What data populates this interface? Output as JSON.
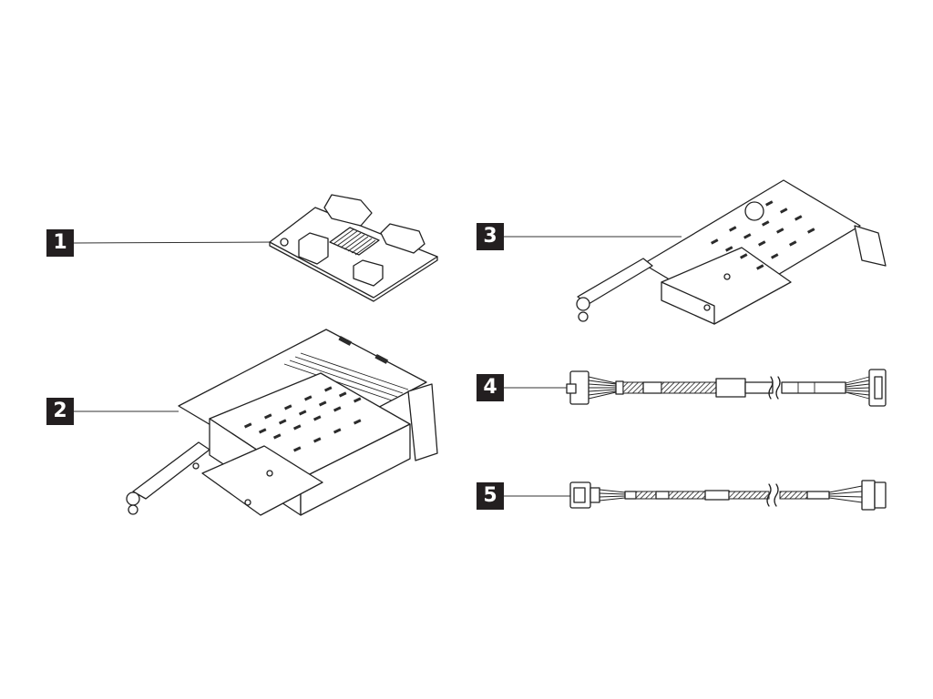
{
  "callouts": {
    "c1": "1",
    "c2": "2",
    "c3": "3",
    "c4": "4",
    "c5": "5"
  },
  "parts": [
    {
      "callout": "1",
      "icon": "adapter-board-icon"
    },
    {
      "callout": "2",
      "icon": "drive-cage-riser-icon"
    },
    {
      "callout": "3",
      "icon": "drive-cage-bracket-icon"
    },
    {
      "callout": "4",
      "icon": "power-cable-icon"
    },
    {
      "callout": "5",
      "icon": "signal-cable-icon"
    }
  ]
}
